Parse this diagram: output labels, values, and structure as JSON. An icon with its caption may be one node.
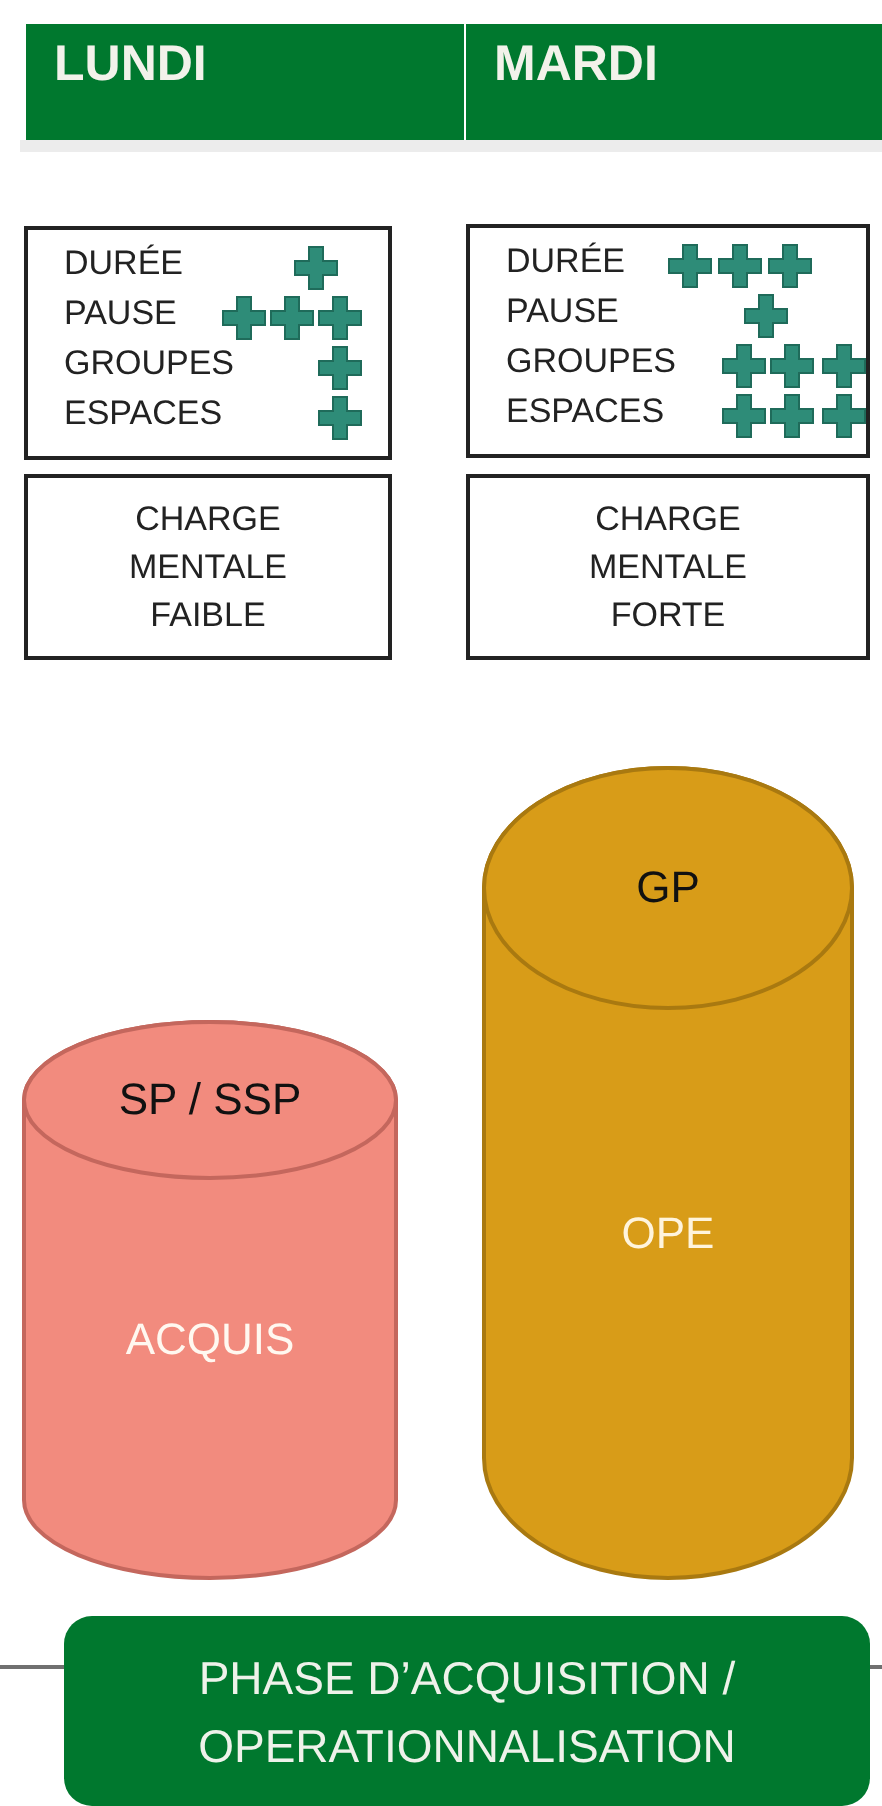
{
  "diagram": {
    "nodes": [
      {
        "text": [
          "LUNDI"
        ]
      },
      {
        "text": [
          "MARDI"
        ]
      },
      {
        "text": [
          "DURÉE",
          "PAUSE",
          "GROUPES",
          "ESPACES"
        ]
      },
      {
        "text": [
          "CHARGE MENTALE FAIBLE"
        ]
      },
      {
        "text": [
          "DURÉE",
          "PAUSE",
          "GROUPES",
          "ESPACES"
        ]
      },
      {
        "text": [
          "CHARGE MENTALE FORTE"
        ]
      },
      {
        "text": [
          "SP / SSP",
          "ACQUIS"
        ]
      },
      {
        "text": [
          "GP",
          "OPE"
        ]
      },
      {
        "text": [
          "PHASE D’ACQUISITION / OPERATIONNALISATION"
        ]
      }
    ],
    "edges": []
  }
}
